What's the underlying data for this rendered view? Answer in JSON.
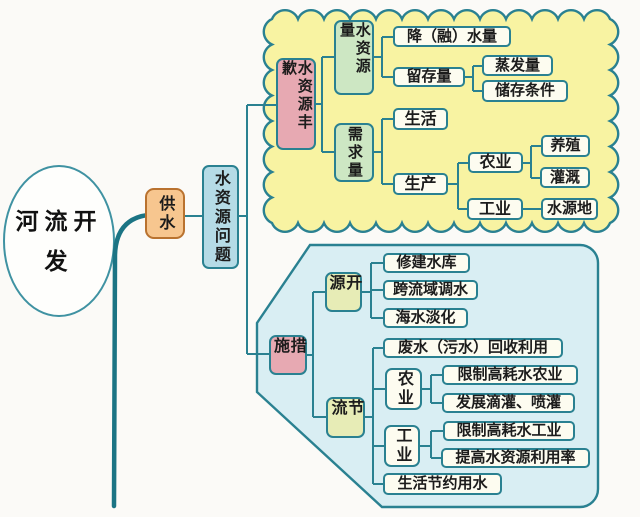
{
  "colors": {
    "trunk_line": "#1b7484",
    "connector_line": "#2a8191",
    "cloud_fill": "#f8f3a2",
    "polygon_fill": "#d9eef3",
    "pink_node": "#e7a9b2",
    "green_node": "#cde7c3",
    "lime_node": "#e7ecb6",
    "orange_node": "#f7c68f",
    "blue_node": "#b5dbe6",
    "leaf_node": "#fdfcf0"
  },
  "root": {
    "label": "河流开发"
  },
  "trunk": {
    "supply": "供水",
    "issue": "水资源问题"
  },
  "abundance_branch": {
    "title": "水资源丰歉",
    "quantity": {
      "label": "水资源量",
      "precipitation": "降（融）水量",
      "retention": {
        "label": "留存量",
        "evaporation": "蒸发量",
        "storage_conditions": "储存条件"
      }
    },
    "demand": {
      "label": "需求量",
      "domestic": "生活",
      "production": {
        "label": "生产",
        "agriculture": {
          "label": "农业",
          "breeding": "养殖",
          "irrigation": "灌溉"
        },
        "industry": {
          "label": "工业",
          "water_source": "水源地"
        }
      }
    }
  },
  "measures_branch": {
    "title": "措施",
    "open_source": {
      "label": "开源",
      "items": [
        "修建水库",
        "跨流域调水",
        "海水淡化"
      ]
    },
    "throttle": {
      "label": "节流",
      "wastewater": "废水（污水）回收利用",
      "agriculture": {
        "label": "农业",
        "limit": "限制高耗水农业",
        "develop": "发展滴灌、喷灌"
      },
      "industry": {
        "label": "工业",
        "limit": "限制高耗水工业",
        "improve": "提高水资源利用率"
      },
      "domestic_saving": "生活节约用水"
    }
  }
}
